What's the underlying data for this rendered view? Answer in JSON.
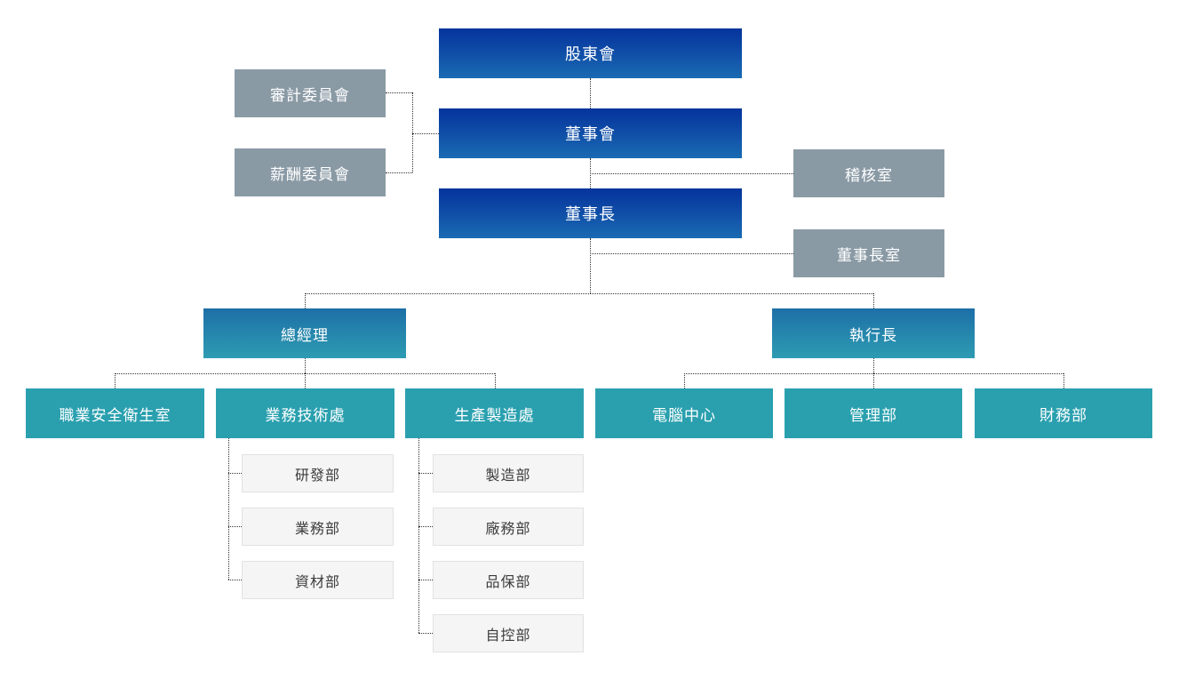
{
  "colors": {
    "primary_top": "#05339d",
    "primary_bottom": "#1a6ab2",
    "executive_top": "#1d6fa7",
    "executive_bottom": "#2d9cb2",
    "department": "#2aa0af",
    "staff": "#8a9aa5",
    "sub_bg": "#f5f5f5",
    "sub_border": "#e2e2e2",
    "connector": "#333333",
    "text_light": "#ffffff",
    "text_dark": "#3c3c3c"
  },
  "nodes": {
    "shareholders": {
      "label": "股東會"
    },
    "board": {
      "label": "董事會"
    },
    "chairman": {
      "label": "董事長"
    },
    "audit_committee": {
      "label": "審計委員會"
    },
    "compensation_committee": {
      "label": "薪酬委員會"
    },
    "audit_office": {
      "label": "稽核室"
    },
    "chairman_office": {
      "label": "董事長室"
    },
    "general_manager": {
      "label": "總經理"
    },
    "ceo": {
      "label": "執行長"
    },
    "occupational_safety": {
      "label": "職業安全衛生室"
    },
    "business_tech": {
      "label": "業務技術處"
    },
    "production": {
      "label": "生產製造處"
    },
    "computer_center": {
      "label": "電腦中心"
    },
    "admin_dept": {
      "label": "管理部"
    },
    "finance_dept": {
      "label": "財務部"
    },
    "rd_dept": {
      "label": "研發部"
    },
    "sales_dept": {
      "label": "業務部"
    },
    "materials_dept": {
      "label": "資材部"
    },
    "manufacturing_dept": {
      "label": "製造部"
    },
    "plant_dept": {
      "label": "廠務部"
    },
    "qa_dept": {
      "label": "品保部"
    },
    "auto_control_dept": {
      "label": "自控部"
    }
  }
}
